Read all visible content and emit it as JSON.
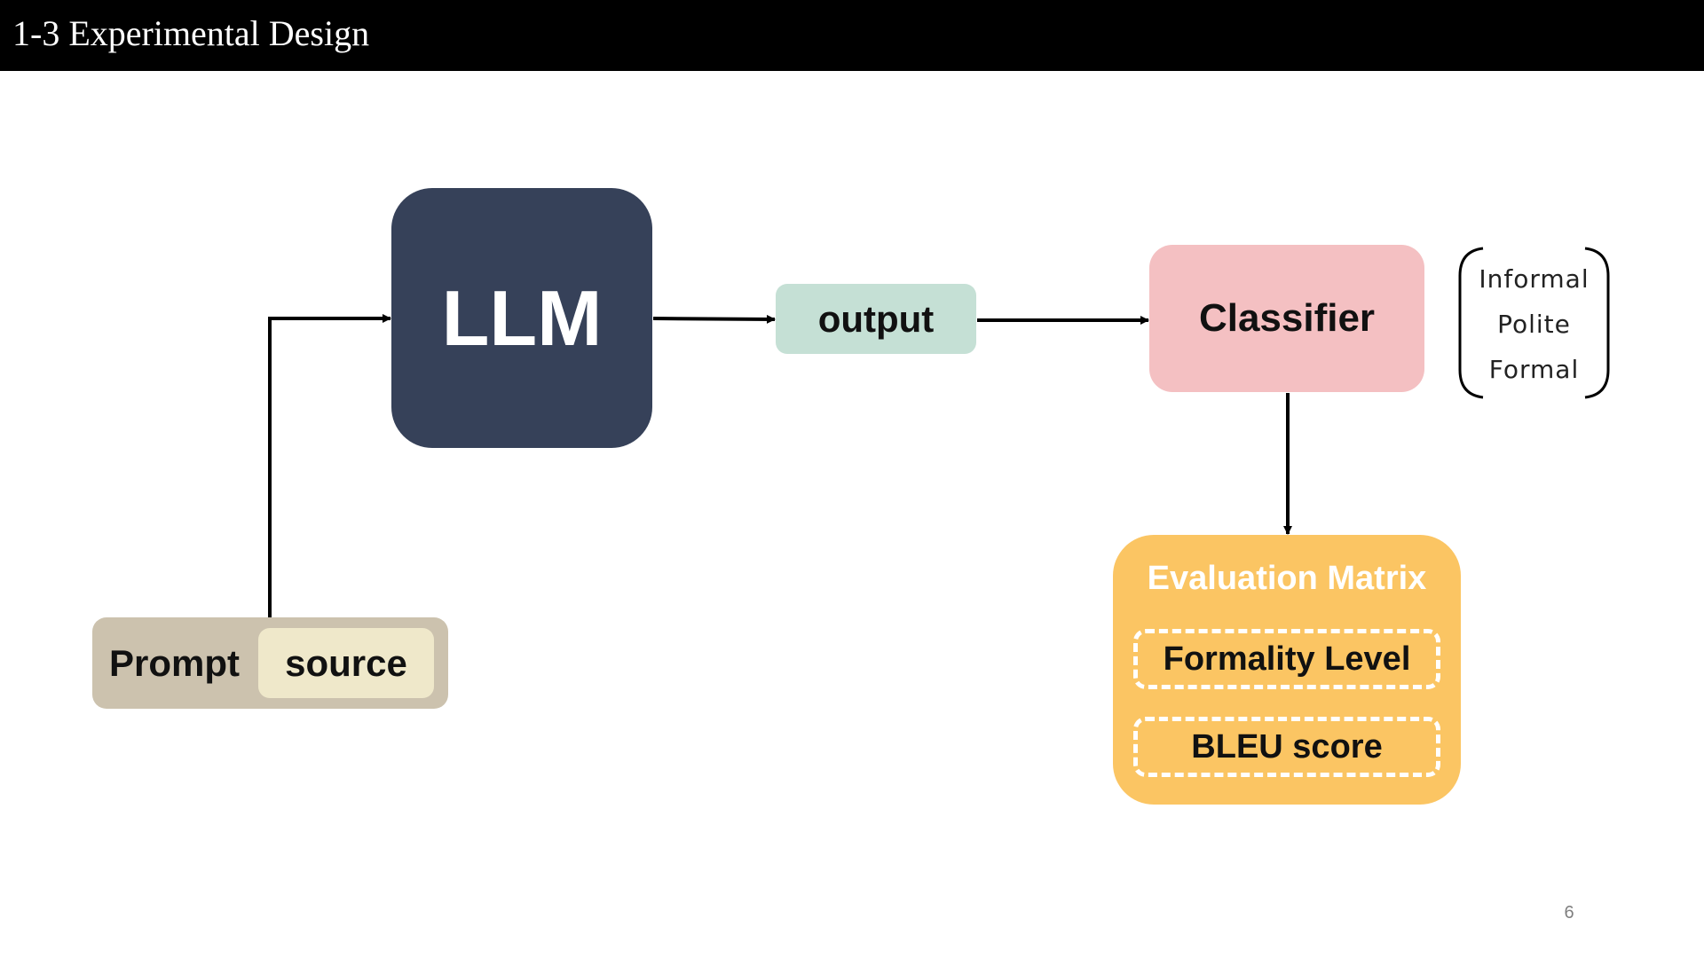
{
  "slide": {
    "title": "1-3 Experimental Design",
    "page_number": "6"
  },
  "diagram": {
    "nodes": {
      "llm": "LLM",
      "output": "output",
      "classifier": "Classifier",
      "prompt": "Prompt",
      "source": "source"
    },
    "classifier_labels": [
      "Informal",
      "Polite",
      "Formal"
    ],
    "evaluation": {
      "title": "Evaluation Matrix",
      "items": [
        "Formality Level",
        "BLEU score"
      ]
    },
    "edges": [
      {
        "from": "prompt",
        "to": "llm"
      },
      {
        "from": "llm",
        "to": "output"
      },
      {
        "from": "output",
        "to": "classifier"
      },
      {
        "from": "classifier",
        "to": "evaluation"
      }
    ]
  },
  "colors": {
    "title_bar": "#000000",
    "llm": "#364159",
    "output": "#c5e0d5",
    "classifier": "#f4c0c2",
    "evaluation": "#fbc563",
    "prompt": "#ccc2ae",
    "source": "#efe8ca"
  }
}
